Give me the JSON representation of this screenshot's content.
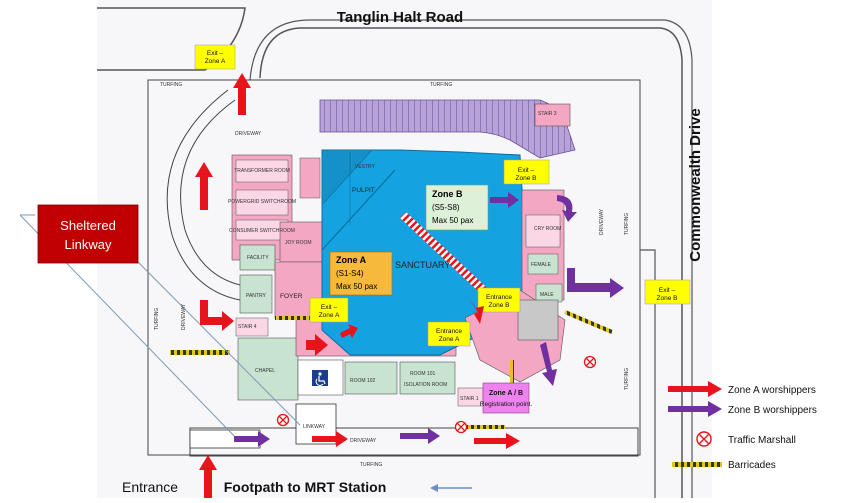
{
  "roads": {
    "north": "Tanglin Halt Road",
    "east": "Commonwealth Drive",
    "south": "Footpath to MRT Station"
  },
  "entrance_label": "Entrance",
  "sheltered_label": "Sheltered Linkway",
  "rooms": {
    "vestry": "VESTRY",
    "pulpit": "PULPIT",
    "sanctuary": "SANCTUARY",
    "transformer": "TRANSFORMER ROOM",
    "powergrid": "POWERGRID SWITCHROOM",
    "consumer": "CONSUMER SWITCHROOM",
    "joy": "JOY ROOM",
    "facility": "FACILITY",
    "pantry": "PANTRY",
    "foyer": "FOYER",
    "stair4": "STAIR 4",
    "chapel": "CHAPEL",
    "room102": "ROOM 102",
    "room101": "ROOM 101",
    "isolation": "ISOLATION ROOM",
    "stair1": "STAIR 1",
    "cry": "CRY ROOM",
    "female": "FEMALE",
    "male": "MALE",
    "linkway": "LINKWAY",
    "stair3": "STAIR 3"
  },
  "site_labels": {
    "turfing": "TURFING",
    "driveway": "DRIVEWAY"
  },
  "zone_a": {
    "title": "Zone A",
    "range": "(S1-S4)",
    "capacity": "Max 50 pax"
  },
  "zone_b": {
    "title": "Zone B",
    "range": "(S5-S8)",
    "capacity": "Max 50 pax"
  },
  "exits": {
    "top_a": "Exit – Zone A",
    "right_b": "Exit – Zone B",
    "far_right_b": "Exit – Zone B",
    "left_a": "Exit – Zone A"
  },
  "entrances": {
    "a": "Entrance Zone A",
    "b": "Entrance Zone B"
  },
  "registration": {
    "title": "Zone A / B",
    "subtitle": "Registration point."
  },
  "legend": {
    "zone_a": "Zone A worshippers",
    "zone_b": "Zone B worshippers",
    "marshall": "Traffic Marshall",
    "barricades": "Barricades"
  },
  "colors": {
    "zone_a_arrow": "#e8141b",
    "zone_b_arrow": "#7030a0",
    "sanctuary": "#14a3e0",
    "pink": "#f4a7c3",
    "green": "#c8e3cf",
    "purple_room": "#b6a3d8",
    "label_yellow": "#ffff00",
    "zone_a_fill": "#f6b93b",
    "zone_b_fill": "#dff0d8",
    "registration": "#ee82ee",
    "sheltered_red": "#c00000"
  }
}
